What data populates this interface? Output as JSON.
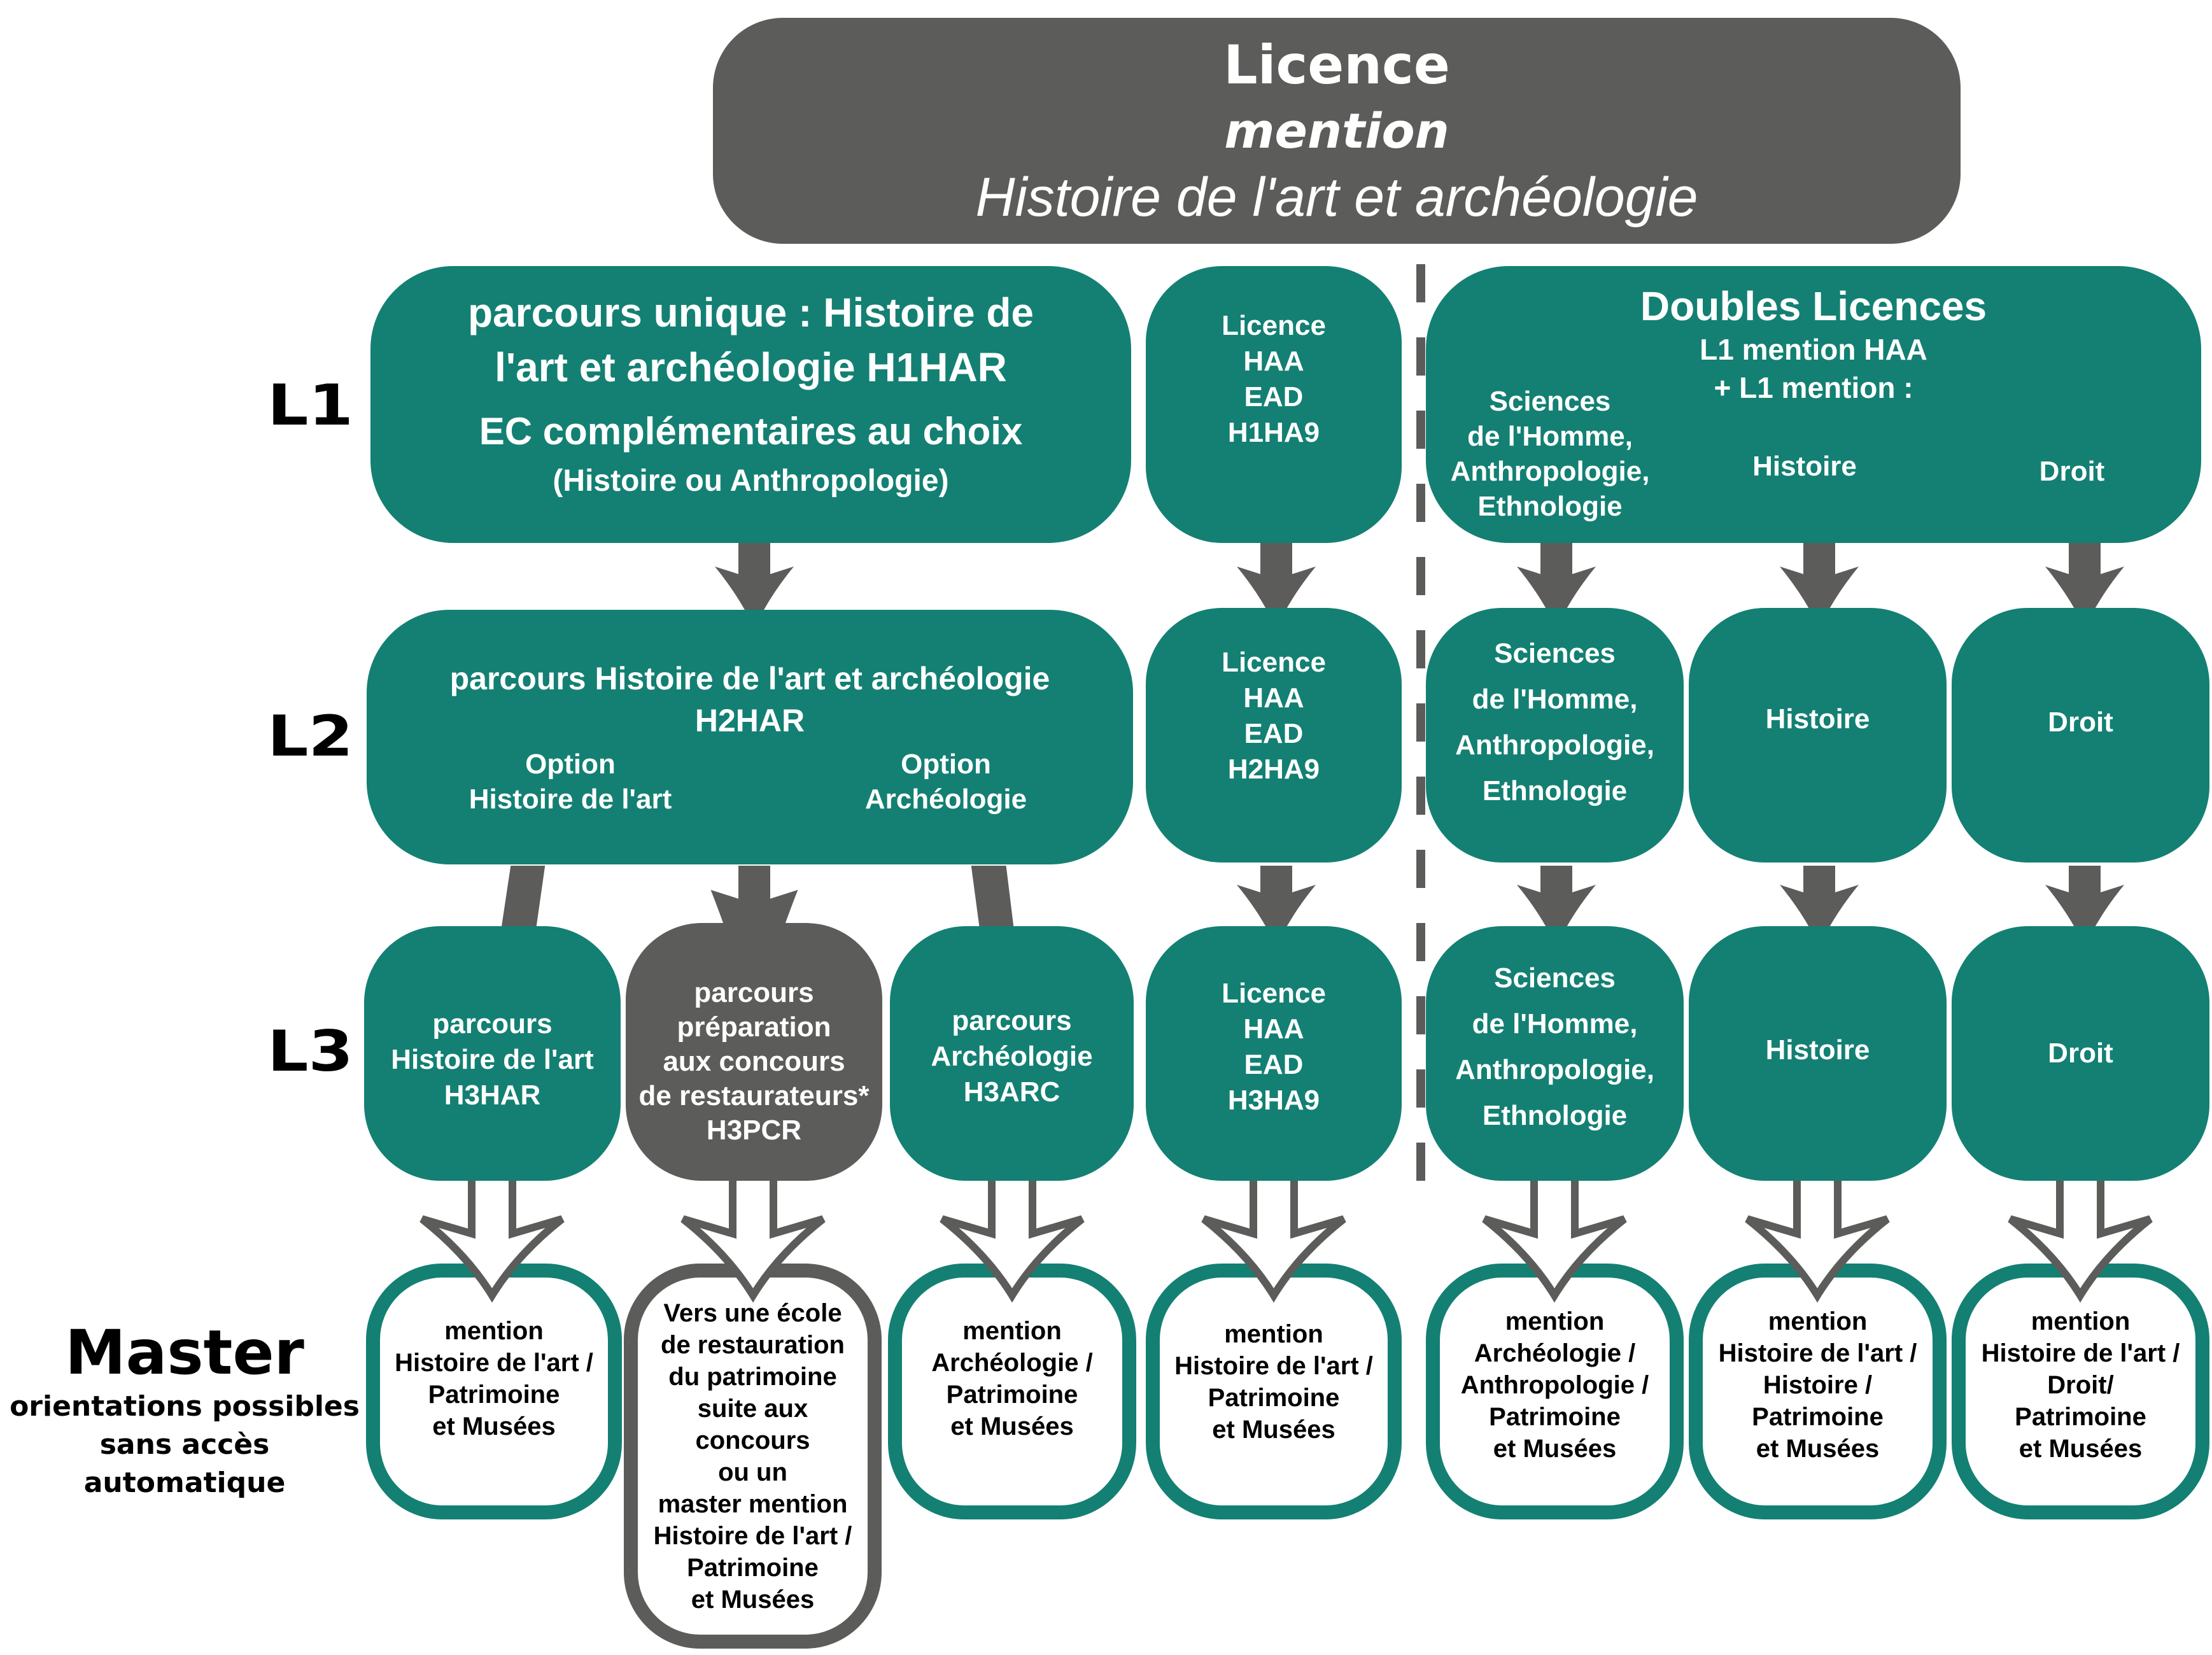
{
  "header": {
    "title": "Licence",
    "subtitle": "mention",
    "mention_name": "Histoire de l'art et archéologie"
  },
  "levels": {
    "l1": "L1",
    "l2": "L2",
    "l3": "L3",
    "master_title": "Master",
    "master_note_1": "orientations possibles",
    "master_note_2": "sans accès automatique"
  },
  "l1": {
    "parcours_line1": "parcours unique : Histoire de",
    "parcours_line2": "l'art et archéologie H1HAR",
    "ec_line": "EC complémentaires au choix",
    "ec_choice": "(Histoire ou Anthropologie)",
    "ead": [
      "Licence",
      "HAA",
      "EAD",
      "H1HA9"
    ],
    "doubles_title": "Doubles Licences",
    "doubles_sub1": "L1 mention HAA",
    "doubles_sub2": "+ L1 mention :",
    "doubles_sciences": [
      "Sciences",
      "de l'Homme,",
      "Anthropologie,",
      "Ethnologie"
    ],
    "doubles_histoire": "Histoire",
    "doubles_droit": "Droit"
  },
  "l2": {
    "parcours_line1": "parcours Histoire de l'art et archéologie",
    "parcours_code": "H2HAR",
    "option_left": [
      "Option",
      "Histoire de l'art"
    ],
    "option_right": [
      "Option",
      "Archéologie"
    ],
    "ead": [
      "Licence",
      "HAA",
      "EAD",
      "H2HA9"
    ],
    "sciences": [
      "Sciences",
      "de l'Homme,",
      "Anthropologie,",
      "Ethnologie"
    ],
    "histoire": "Histoire",
    "droit": "Droit"
  },
  "l3": {
    "har": [
      "parcours",
      "Histoire de l'art",
      "H3HAR"
    ],
    "pcr": [
      "parcours",
      "préparation",
      "aux concours",
      "de restaurateurs*",
      "H3PCR"
    ],
    "arc": [
      "parcours",
      "Archéologie",
      "H3ARC"
    ],
    "ead": [
      "Licence",
      "HAA",
      "EAD",
      "H3HA9"
    ],
    "sciences": [
      "Sciences",
      "de l'Homme,",
      "Anthropologie,",
      "Ethnologie"
    ],
    "histoire": "Histoire",
    "droit": "Droit"
  },
  "master": {
    "m1": [
      "mention",
      "Histoire de l'art /",
      "Patrimoine",
      "et Musées"
    ],
    "m2": [
      "Vers une école",
      "de restauration",
      "du patrimoine",
      "suite aux",
      "concours",
      "ou un",
      "master mention",
      "Histoire de l'art /",
      "Patrimoine",
      "et Musées"
    ],
    "m3": [
      "mention",
      "Archéologie /",
      "Patrimoine",
      "et Musées"
    ],
    "m4": [
      "mention",
      "Histoire de l'art /",
      "Patrimoine",
      "et Musées"
    ],
    "m5": [
      "mention",
      "Archéologie /",
      "Anthropologie /",
      "Patrimoine",
      "et Musées"
    ],
    "m6": [
      "mention",
      "Histoire de l'art /",
      "Histoire /",
      "Patrimoine",
      "et Musées"
    ],
    "m7": [
      "mention",
      "Histoire de l'art /",
      "Droit/",
      "Patrimoine",
      "et Musées"
    ]
  },
  "colors": {
    "teal": "#138073",
    "grey": "#5c5c5a",
    "white": "#ffffff",
    "black": "#000000"
  }
}
